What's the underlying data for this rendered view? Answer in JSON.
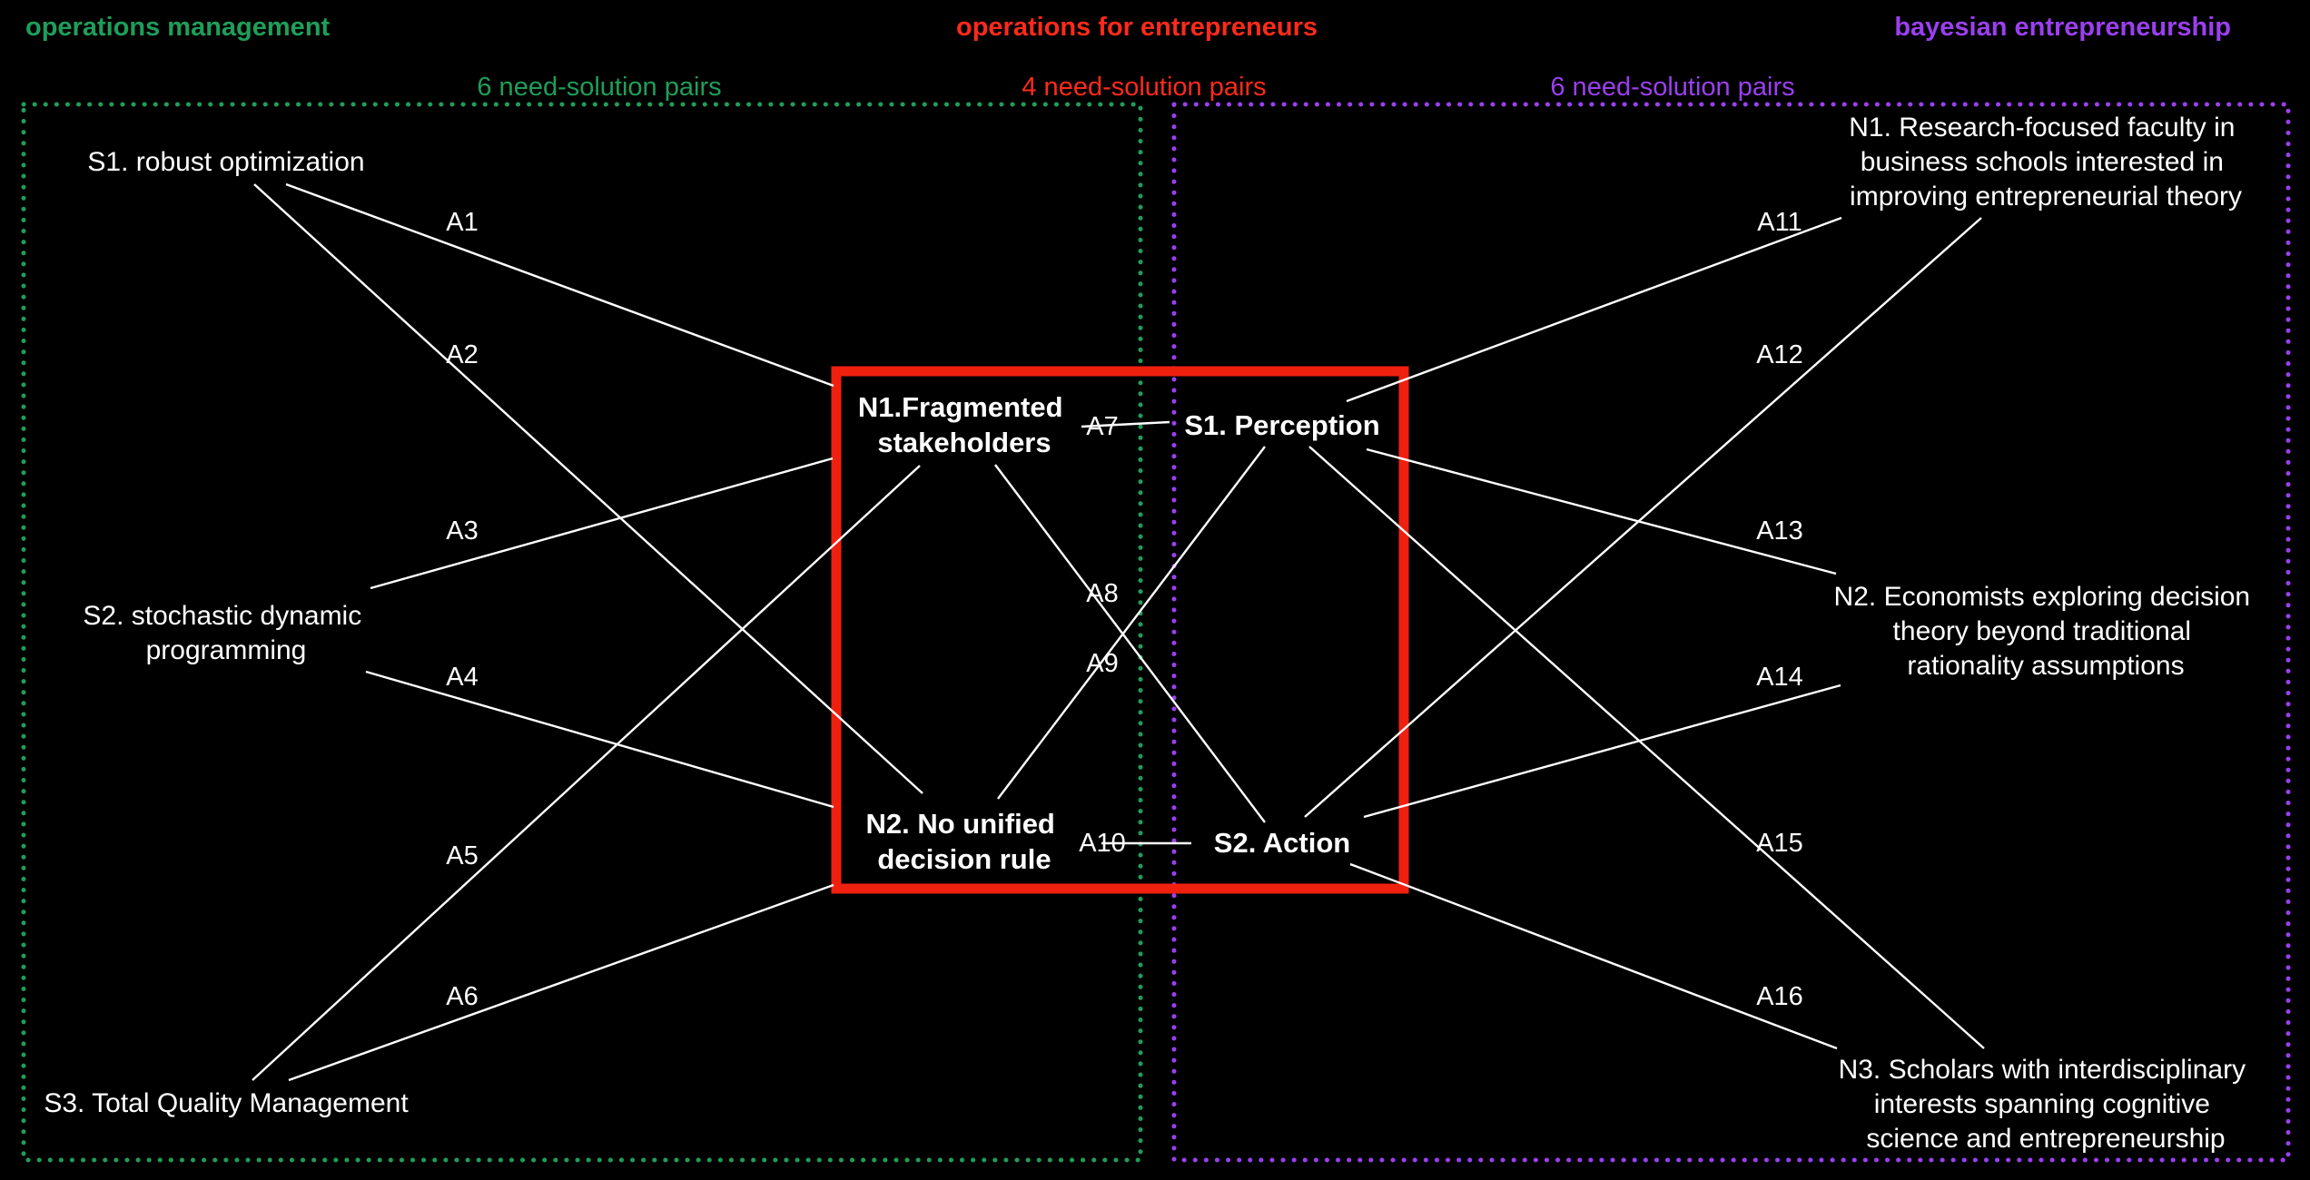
{
  "colors": {
    "background": "#000000",
    "operations_management": "#1f9e5a",
    "operations_for_entrepreneurs": "#ff2a1a",
    "bayesian_entrepreneurship": "#9b3ff0",
    "center_box": "#f0200f",
    "text": "#ffffff"
  },
  "headers": {
    "left": "operations management",
    "center": "operations for entrepreneurs",
    "right": "bayesian entrepreneurship"
  },
  "pair_counts": {
    "left": "6 need-solution pairs",
    "center": "4 need-solution pairs",
    "right": "6 need-solution pairs"
  },
  "left_nodes": {
    "s1": "S1. robust optimization",
    "s2": [
      "S2. stochastic dynamic",
      "programming"
    ],
    "s3": "S3. Total Quality Management"
  },
  "center_nodes": {
    "n1": [
      "N1.Fragmented",
      "stakeholders"
    ],
    "n2": [
      "N2. No unified",
      "decision rule"
    ],
    "s1": "S1. Perception",
    "s2": "S2. Action"
  },
  "right_nodes": {
    "n1": [
      "N1. Research-focused faculty in",
      "business schools interested in",
      "improving entrepreneurial theory"
    ],
    "n2": [
      "N2. Economists exploring decision",
      "theory beyond traditional",
      "rationality assumptions"
    ],
    "n3": [
      "N3. Scholars with interdisciplinary",
      "interests spanning cognitive",
      "science and entrepreneurship"
    ]
  },
  "edge_labels": [
    "A1",
    "A2",
    "A3",
    "A4",
    "A5",
    "A6",
    "A7",
    "A8",
    "A9",
    "A10",
    "A11",
    "A12",
    "A13",
    "A14",
    "A15",
    "A16"
  ]
}
